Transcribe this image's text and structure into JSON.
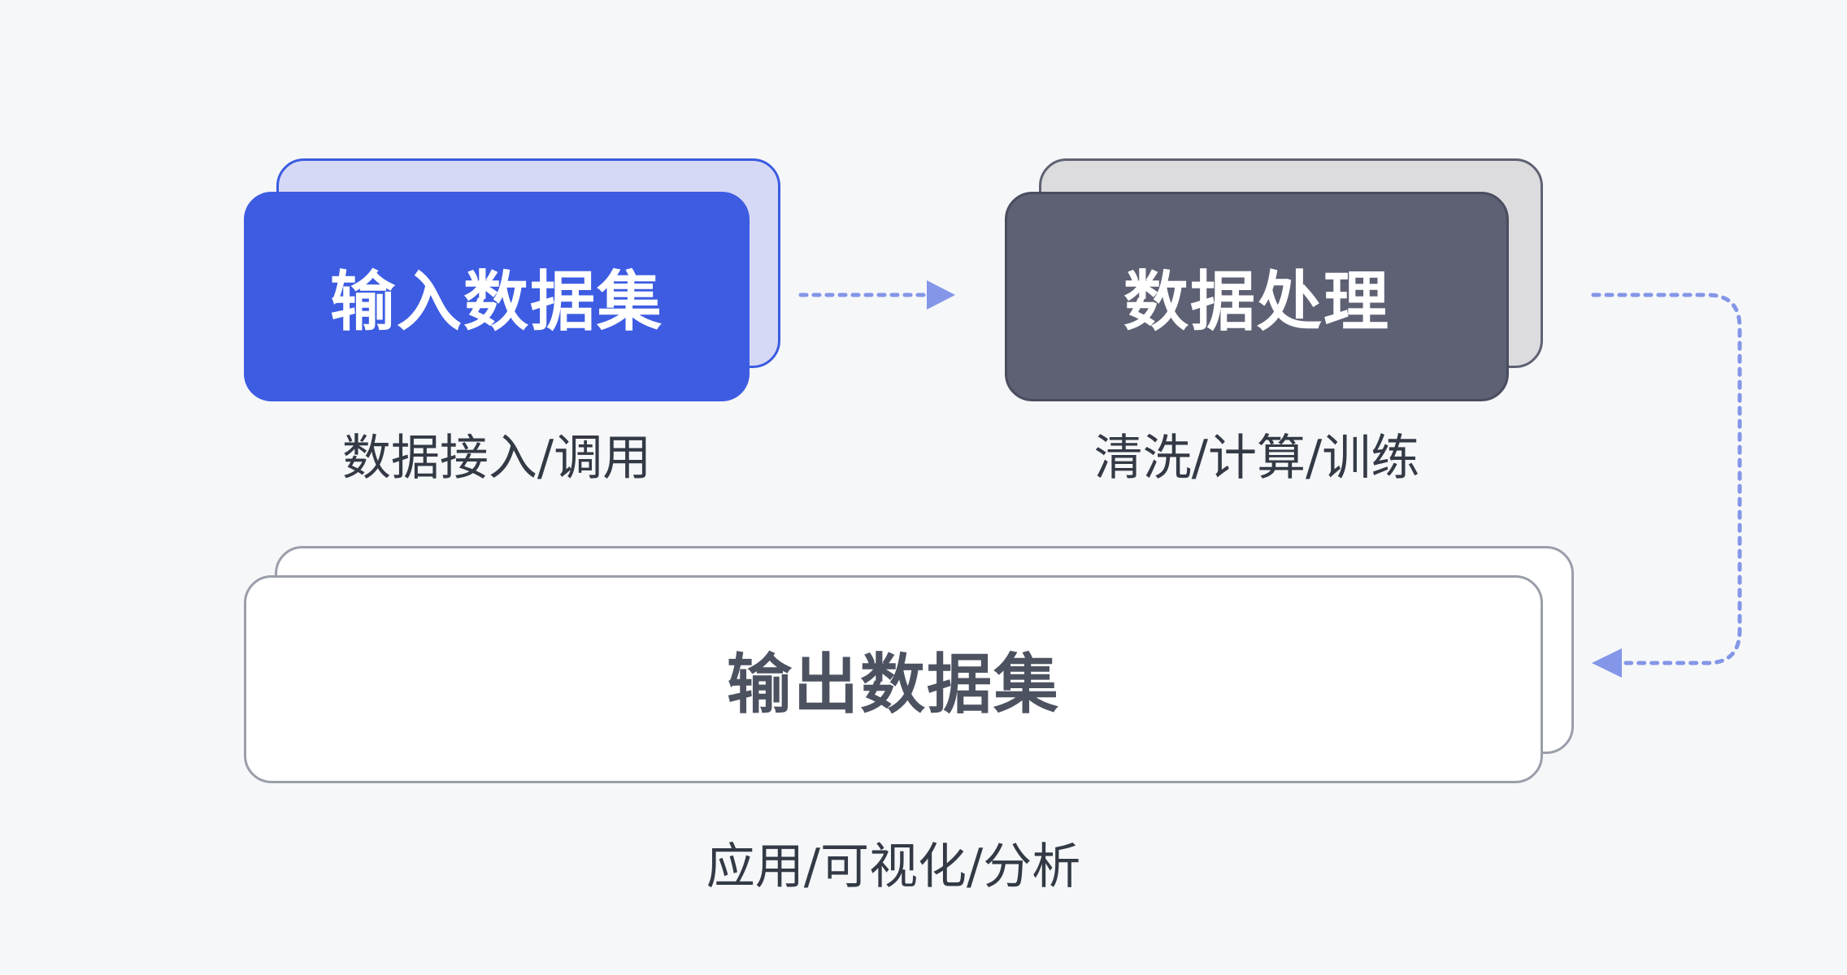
{
  "nodes": {
    "input": {
      "title": "输入数据集",
      "caption": "数据接入/调用"
    },
    "processing": {
      "title": "数据处理",
      "caption": "清洗/计算/训练"
    },
    "output": {
      "title": "输出数据集",
      "caption": "应用/可视化/分析"
    }
  },
  "colors": {
    "background": "#f6f7f9",
    "input_accent": "#3d5ce2",
    "processing_accent": "#5e6174",
    "arrow": "#8496e8"
  }
}
